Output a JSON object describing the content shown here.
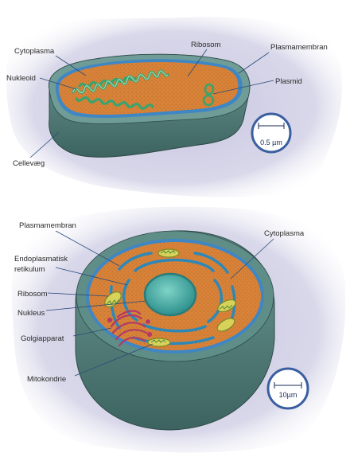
{
  "prokaryote": {
    "labels": {
      "cytoplasm": "Cytoplasma",
      "ribosome": "Ribosom",
      "plasma_membrane": "Plasmamembran",
      "nucleoid": "Nukleoid",
      "plasmid": "Plasmid",
      "cell_wall": "Cellevæg"
    },
    "scale": "0.5 µm"
  },
  "eukaryote": {
    "labels": {
      "plasma_membrane": "Plasmamembran",
      "cytoplasm": "Cytoplasma",
      "er_line1": "Endoplasmatisk",
      "er_line2": "retikulum",
      "ribosome": "Ribosom",
      "nucleus": "Nukleus",
      "golgi": "Golgiapparat",
      "mitochondrion": "Mitokondrie"
    },
    "scale": "10µm"
  },
  "colors": {
    "background_blob": "#cfcde3",
    "cell_wall": "#4f7a76",
    "membrane": "#3f86c4",
    "cytoplasm": "#d78238",
    "nucleoid": "#3aa36e",
    "nucleus": "#2f9f9a",
    "golgi": "#b23a68",
    "scale_ring": "#3a5ea0"
  }
}
